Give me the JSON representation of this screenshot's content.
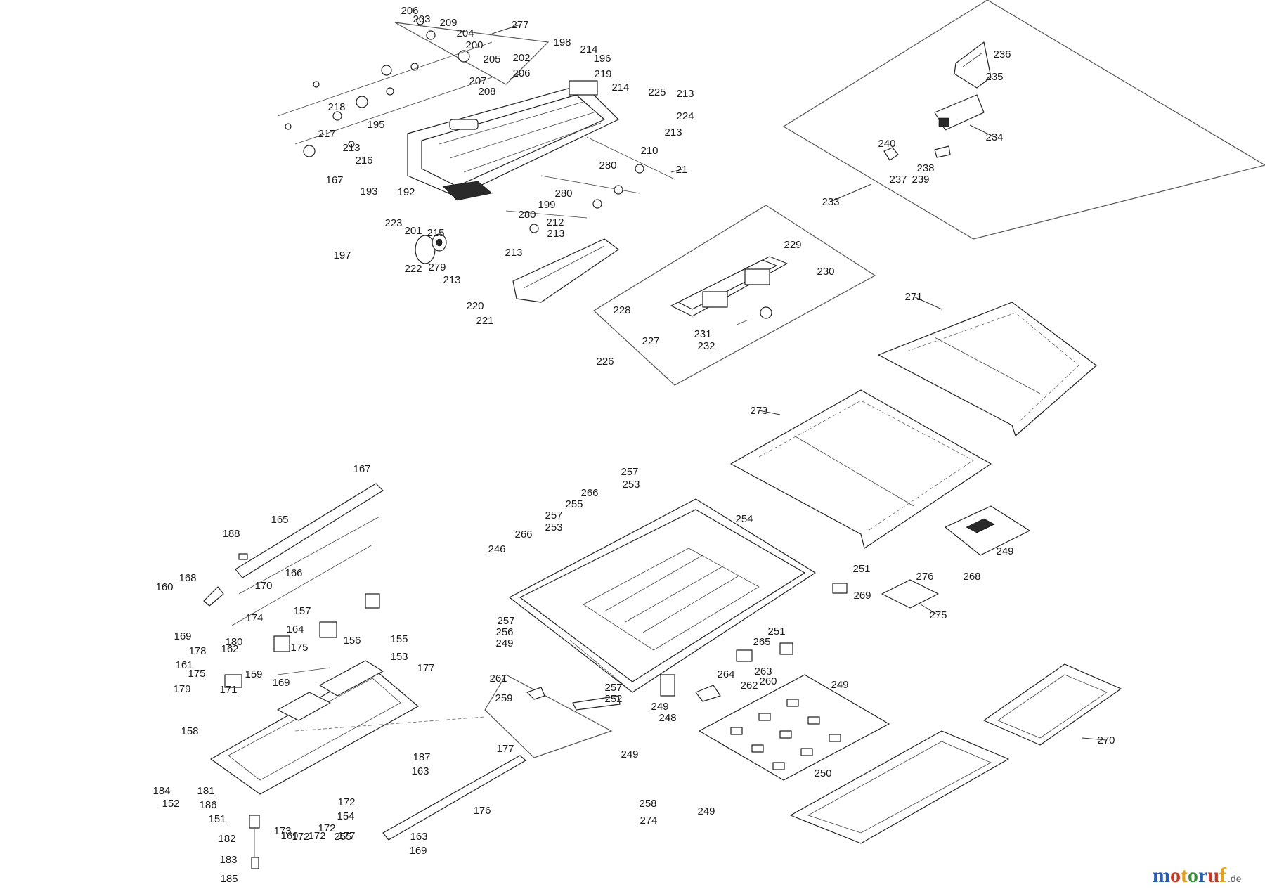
{
  "watermark": {
    "brand": "motoruf",
    "tld": ".de",
    "colors": [
      "#2b5fb4",
      "#c43a2a",
      "#e0a020",
      "#3a8f3a"
    ]
  },
  "part_numbers": [
    "206",
    "203",
    "209",
    "204",
    "200",
    "205",
    "202",
    "206",
    "198",
    "214",
    "196",
    "219",
    "214",
    "207",
    "208",
    "277",
    "225",
    "213",
    "224",
    "213",
    "210",
    "21",
    "280",
    "280",
    "280",
    "199",
    "212",
    "213",
    "213",
    "218",
    "195",
    "217",
    "213",
    "216",
    "167",
    "193",
    "192",
    "197",
    "223",
    "201",
    "215",
    "222",
    "279",
    "213",
    "220",
    "221",
    "236",
    "235",
    "234",
    "240",
    "238",
    "237",
    "239",
    "233",
    "229",
    "230",
    "228",
    "227",
    "231",
    "232",
    "226",
    "271",
    "273",
    "167",
    "165",
    "188",
    "168",
    "166",
    "160",
    "170",
    "174",
    "157",
    "164",
    "169",
    "180",
    "178",
    "162",
    "161",
    "175",
    "159",
    "179",
    "171",
    "175",
    "169",
    "156",
    "155",
    "153",
    "177",
    "158",
    "184",
    "152",
    "181",
    "186",
    "151",
    "172",
    "154",
    "172",
    "173",
    "187",
    "163",
    "169",
    "172",
    "182",
    "183",
    "185",
    "163",
    "169",
    "172",
    "177",
    "176",
    "177",
    "255",
    "257",
    "253",
    "266",
    "255",
    "257",
    "253",
    "266",
    "246",
    "254",
    "257",
    "256",
    "249",
    "261",
    "259",
    "257",
    "252",
    "249",
    "251",
    "265",
    "264",
    "262",
    "263",
    "260",
    "249",
    "248",
    "249",
    "250",
    "258",
    "249",
    "274",
    "275",
    "276",
    "268",
    "249",
    "251",
    "269",
    "270"
  ]
}
